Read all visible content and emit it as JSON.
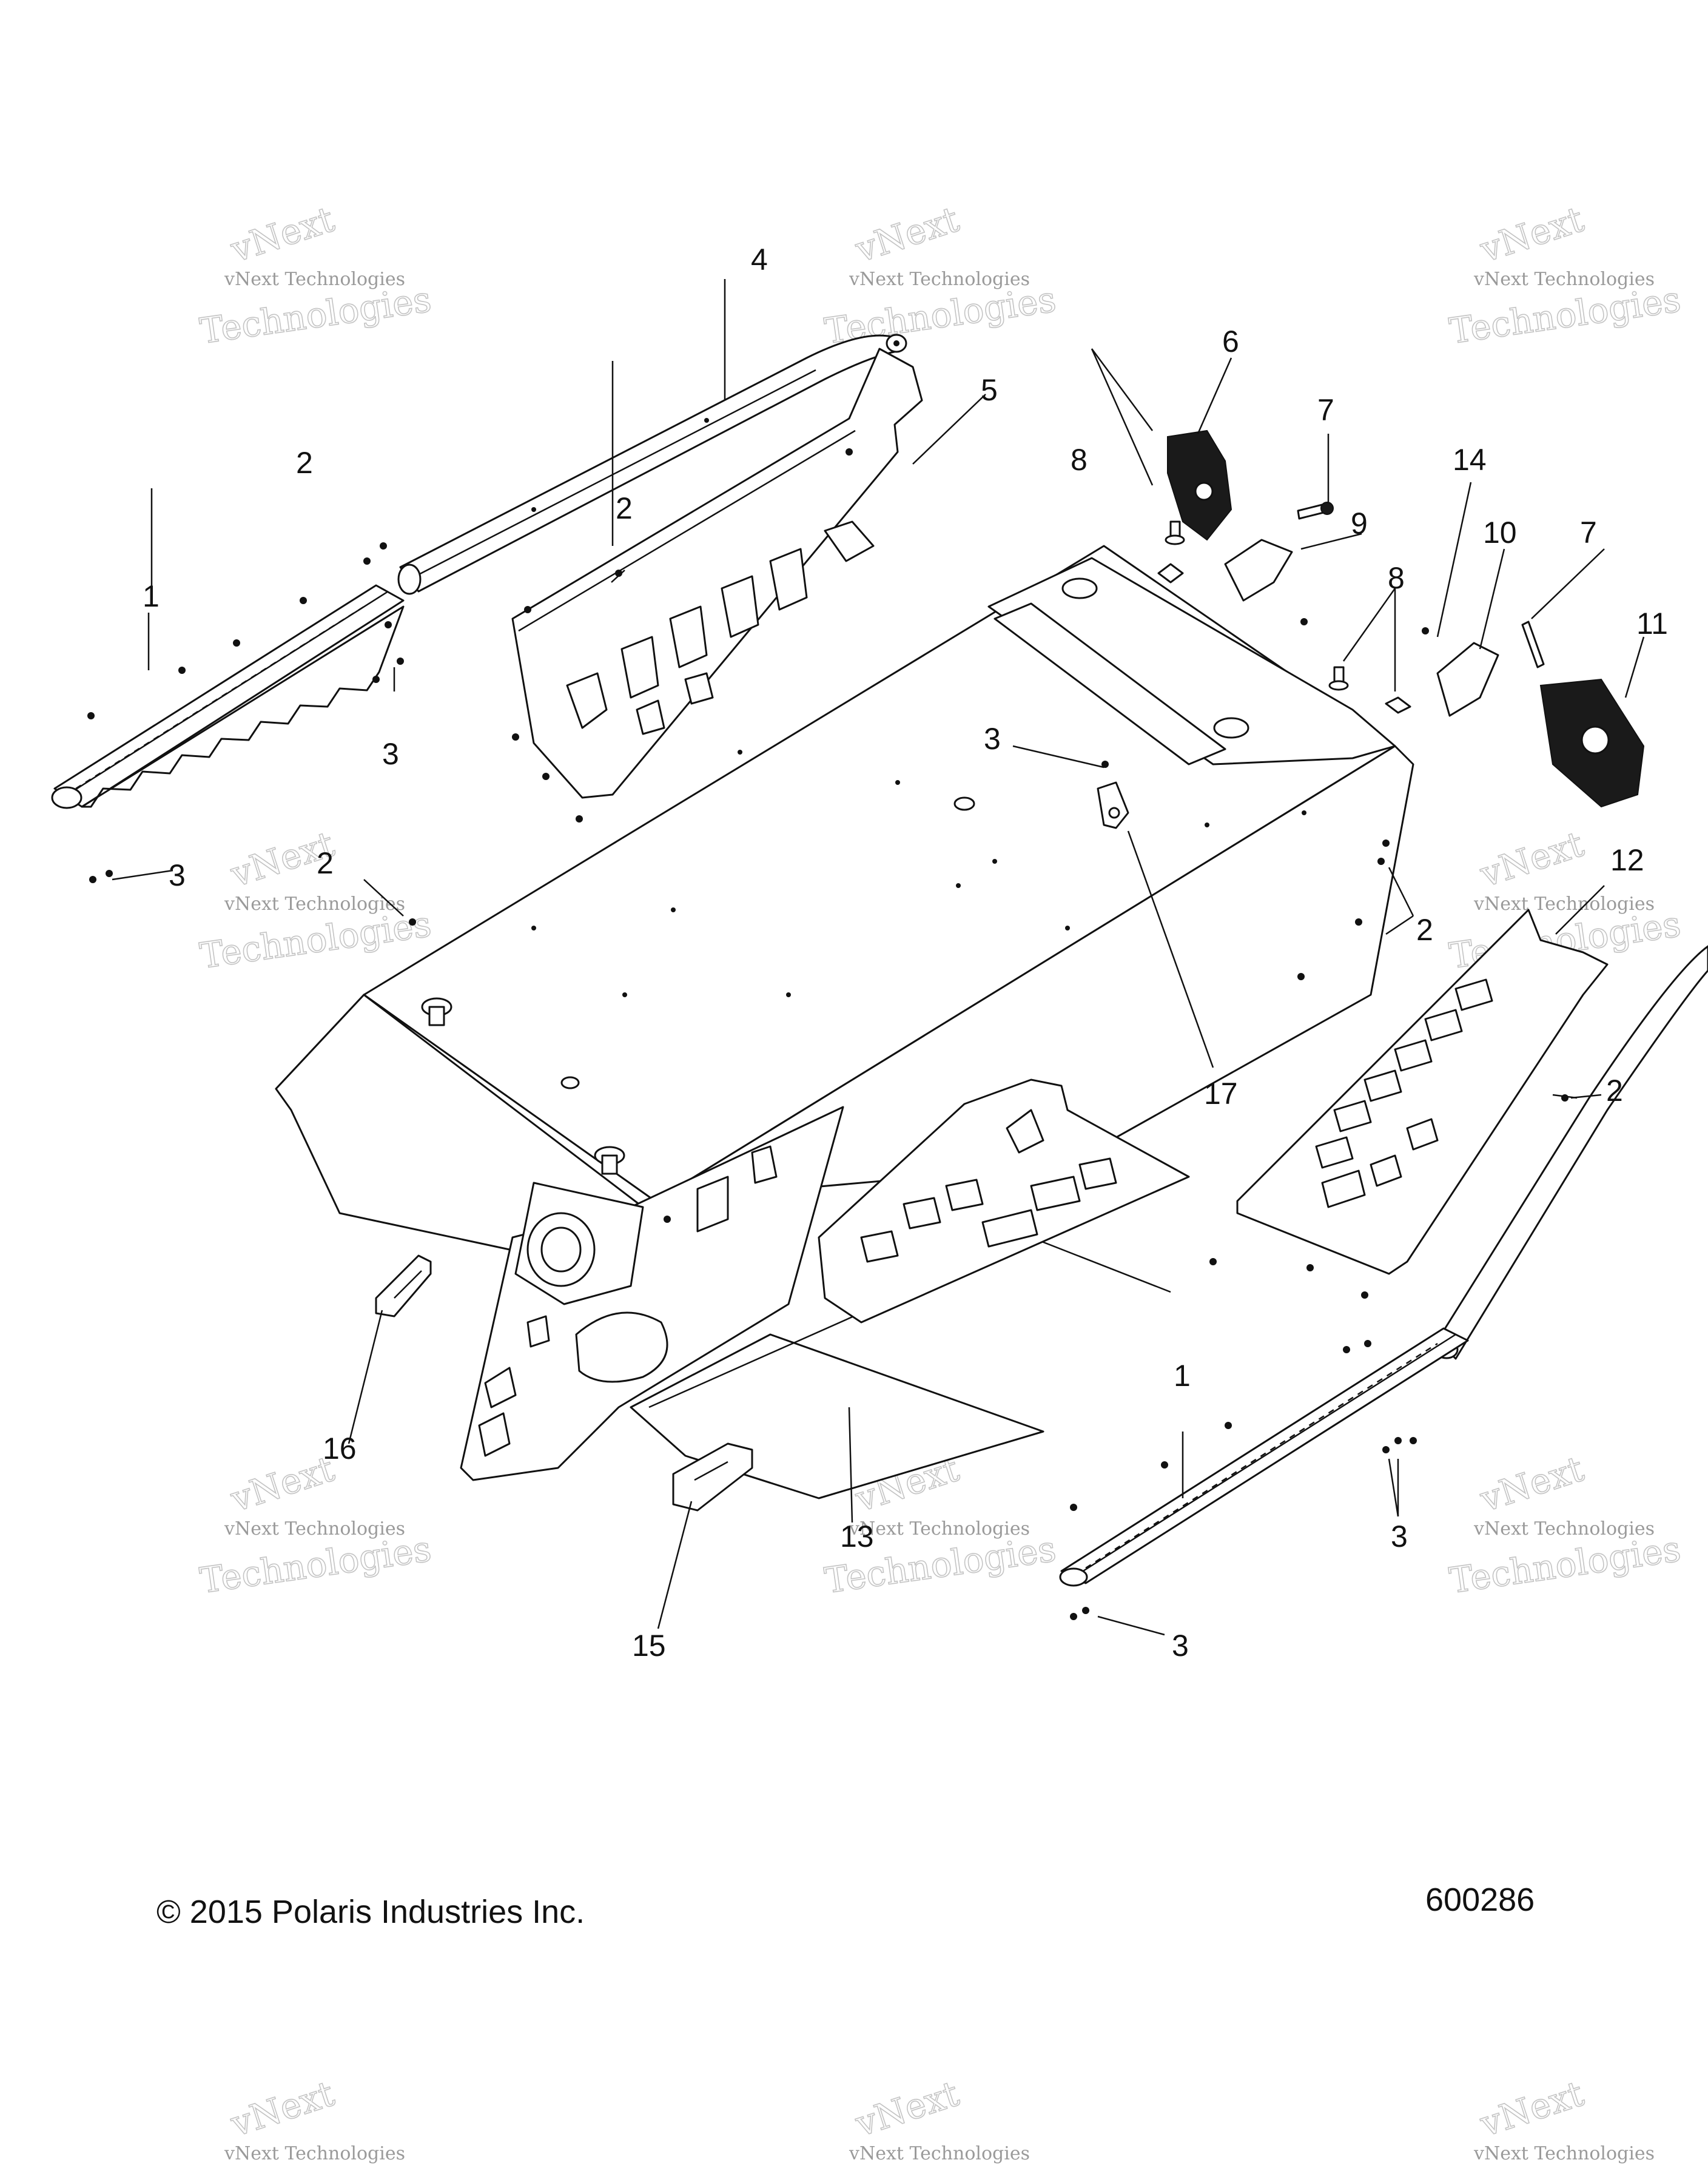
{
  "diagram": {
    "copyright": "© 2015 Polaris Industries Inc.",
    "figure_number": "600286",
    "watermark": {
      "line1": "vNext Technologies",
      "line2": "Technologies",
      "line3": "vNext"
    },
    "callouts": [
      "1",
      "2",
      "3",
      "4",
      "5",
      "6",
      "7",
      "8",
      "9",
      "10",
      "11",
      "12",
      "13",
      "14",
      "15",
      "16",
      "17"
    ],
    "line_color": "#111111",
    "watermark_color": "#c4c4c4"
  }
}
